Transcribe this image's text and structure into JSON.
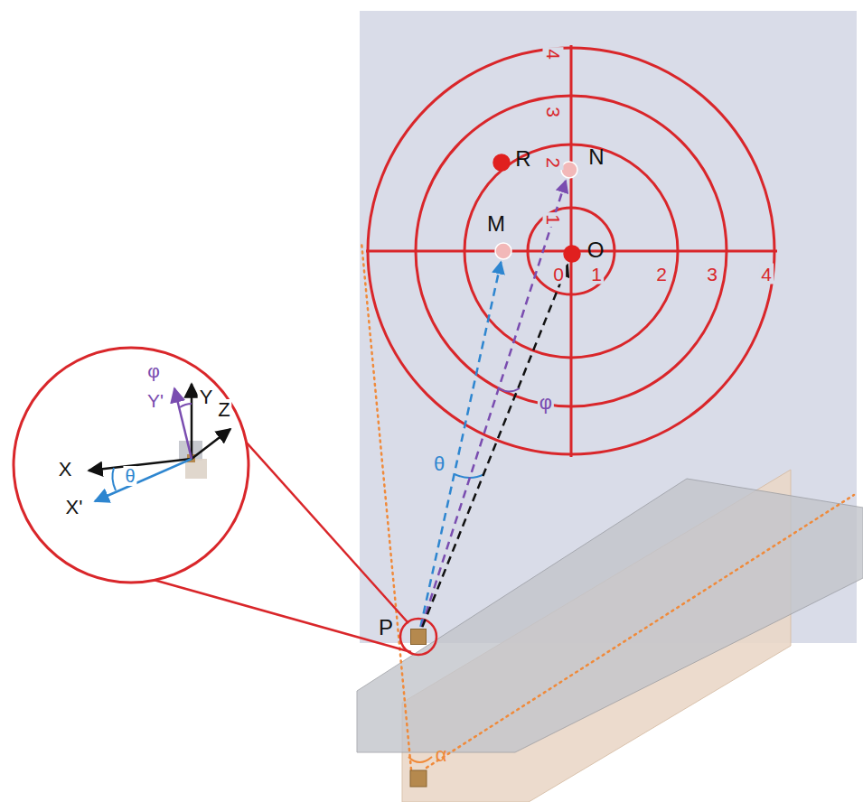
{
  "diagram": {
    "nodes": [
      {
        "text": [
          "P"
        ]
      },
      {
        "text": [
          "M"
        ]
      },
      {
        "text": [
          "N"
        ]
      },
      {
        "text": [
          "O"
        ]
      },
      {
        "text": [
          "R"
        ]
      }
    ],
    "edges": [
      {
        "from": 0,
        "to": 1,
        "arrow": "to"
      },
      {
        "from": 0,
        "to": 2,
        "arrow": "to"
      },
      {
        "from": 0,
        "to": 3,
        "arrow": "to"
      }
    ],
    "labels": [
      "0",
      "1",
      "2",
      "3",
      "4",
      "1",
      "2",
      "3",
      "4",
      "θ",
      "φ",
      "α",
      "φ",
      "Y",
      "Y'",
      "X",
      "X'",
      "θ",
      "Z"
    ]
  }
}
